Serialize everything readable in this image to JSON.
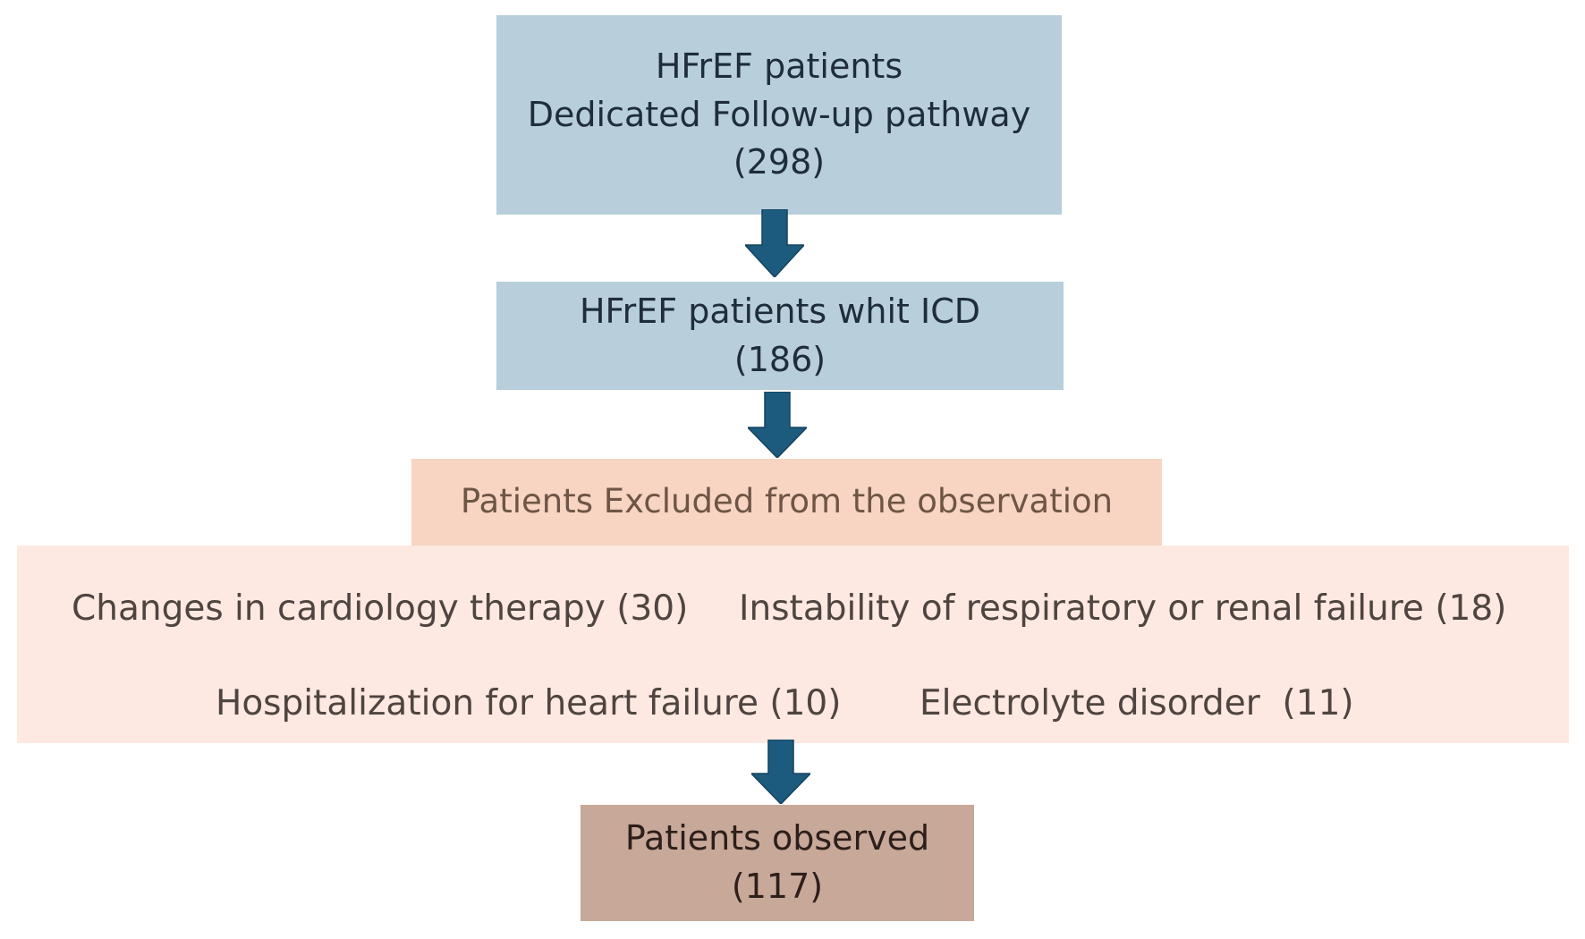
{
  "boxes": {
    "top": {
      "line1": "HFrEF patients",
      "line2": "Dedicated Follow-up pathway",
      "line3": "(298)"
    },
    "icd": {
      "line1": "HFrEF patients whit ICD",
      "line2": "(186)"
    },
    "excluded": {
      "heading": "Patients Excluded from the observation",
      "reasons": [
        "Changes in cardiology therapy (30)",
        "Instability of respiratory or renal failure (18)",
        "Hospitalization for heart failure (10)",
        "Electrolyte disorder  (11)"
      ]
    },
    "observed": {
      "line1": "Patients observed",
      "line2": "(117)"
    }
  },
  "colors": {
    "blue_box": "#b8cedb",
    "excluded_header": "#f7d5c2",
    "excluded_body": "#fde9e1",
    "observed_box": "#c8a899",
    "arrow": "#1d5b7e"
  },
  "icons": {
    "arrow": "down-arrow-icon"
  }
}
